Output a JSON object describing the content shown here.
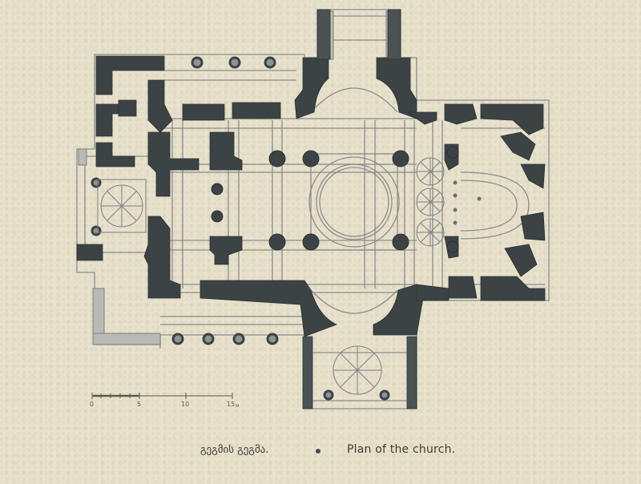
{
  "scale_bar": {
    "labels": [
      "0",
      "5",
      "10",
      "15"
    ],
    "unit": "м"
  },
  "caption": {
    "georgian": "გეგმის გეგმა.",
    "english": "Plan of the church."
  },
  "colors": {
    "paper": "#e8e2cd",
    "wall_fill": "#3c4446",
    "outline": "#8a8a8c",
    "light_fill": "#b9bcb6",
    "text": "#3e3c36"
  }
}
